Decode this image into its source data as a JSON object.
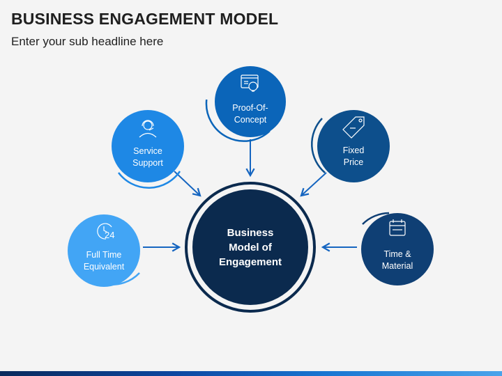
{
  "header": {
    "title": "BUSINESS ENGAGEMENT MODEL",
    "subtitle": "Enter your sub headline here"
  },
  "diagram": {
    "center": {
      "line1": "Business",
      "line2": "Model of",
      "line3": "Engagement",
      "color": "#0b2a4e"
    },
    "nodes": {
      "proof": {
        "line1": "Proof-Of-",
        "line2": "Concept",
        "icon": "lightbulb-window-icon",
        "color": "#0b65b9"
      },
      "service": {
        "line1": "Service",
        "line2": "Support",
        "icon": "headset-agent-icon",
        "color": "#1e88e5"
      },
      "fixed": {
        "line1": "Fixed",
        "line2": "Price",
        "icon": "price-tag-icon",
        "color": "#0d4f8c"
      },
      "fte": {
        "line1": "Full Time",
        "line2": "Equivalent",
        "icon": "clock-24-icon",
        "color": "#42a5f5"
      },
      "time": {
        "line1": "Time &",
        "line2": "Material",
        "icon": "calendar-icon",
        "color": "#0f3f74"
      }
    }
  }
}
